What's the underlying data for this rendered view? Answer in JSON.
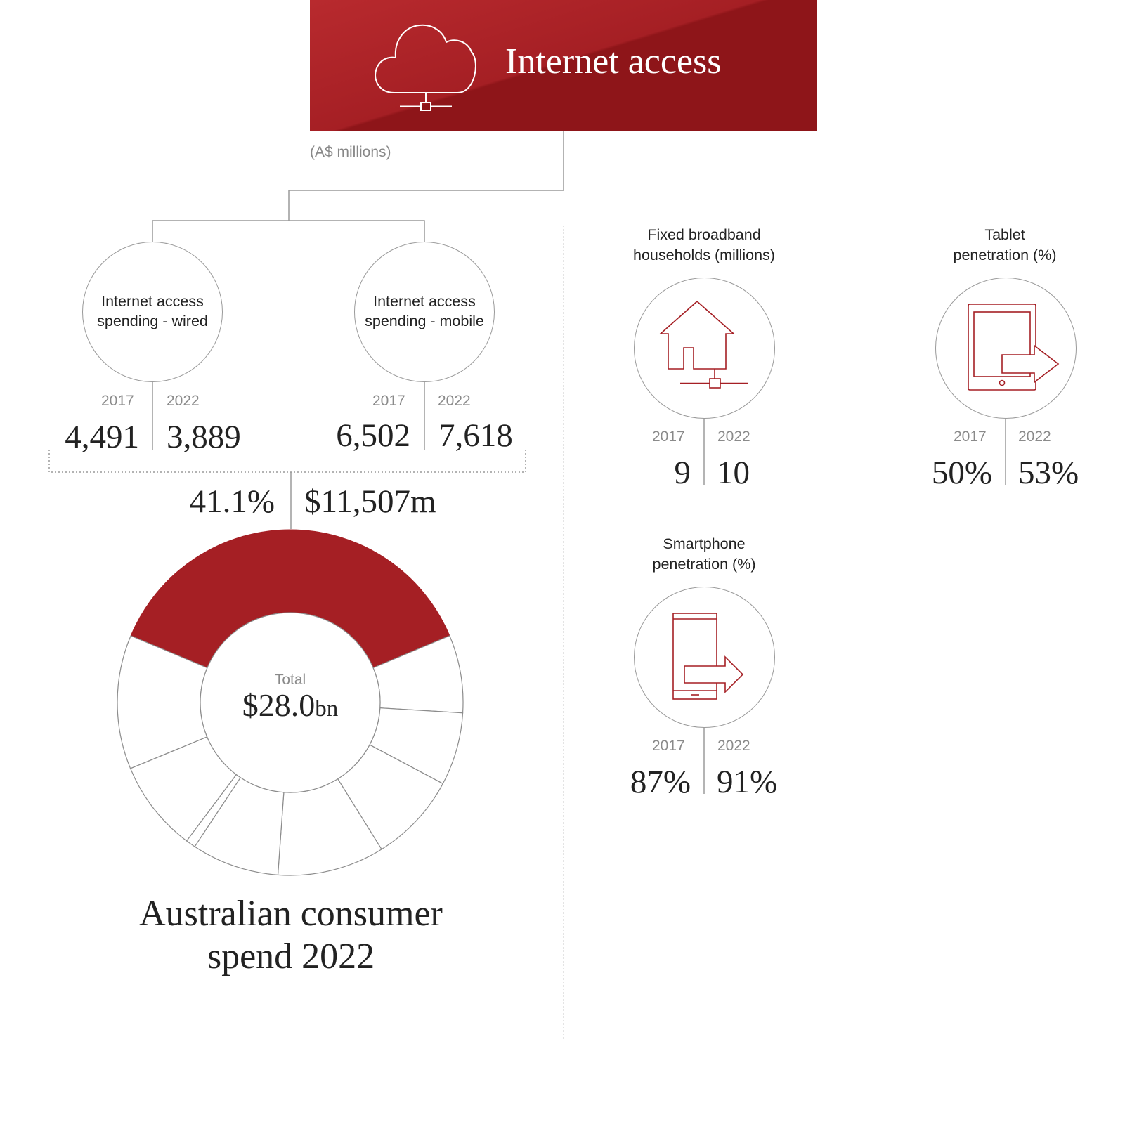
{
  "header": {
    "title": "Internet access",
    "icon": "cloud-network-icon",
    "unit": "(A$ millions)"
  },
  "colors": {
    "accent": "#a51f24",
    "accent_dark": "#8e1519",
    "line": "#9a9a9a"
  },
  "wired": {
    "label_line1": "Internet access",
    "label_line2": "spending - wired",
    "year1": "2017",
    "year2": "2022",
    "value1": "4,491",
    "value2": "3,889"
  },
  "mobile": {
    "label_line1": "Internet access",
    "label_line2": "spending - mobile",
    "year1": "2017",
    "year2": "2022",
    "value1": "6,502",
    "value2": "7,618"
  },
  "summary": {
    "share": "41.1%",
    "total": "$11,507m"
  },
  "donut": {
    "center_label": "Total",
    "center_value": "$28.0",
    "center_unit": "bn",
    "caption_line1": "Australian consumer",
    "caption_line2": "spend 2022"
  },
  "broadband": {
    "title_line1": "Fixed broadband",
    "title_line2": "households (millions)",
    "icon": "house-network-icon",
    "year1": "2017",
    "year2": "2022",
    "value1": "9",
    "value2": "10"
  },
  "tablet": {
    "title_line1": "Tablet",
    "title_line2": "penetration (%)",
    "icon": "tablet-arrow-icon",
    "year1": "2017",
    "year2": "2022",
    "value1": "50%",
    "value2": "53%"
  },
  "smartphone": {
    "title_line1": "Smartphone",
    "title_line2": "penetration (%)",
    "icon": "smartphone-arrow-icon",
    "year1": "2017",
    "year2": "2022",
    "value1": "87%",
    "value2": "91%"
  },
  "chart_data": {
    "type": "pie",
    "title": "Australian consumer spend 2022",
    "total_label": "$28.0bn",
    "highlight_index": 0,
    "values": [
      41.1,
      8.0,
      7.5,
      9.2,
      11.0,
      9.0,
      1.0,
      9.4,
      13.8
    ]
  }
}
